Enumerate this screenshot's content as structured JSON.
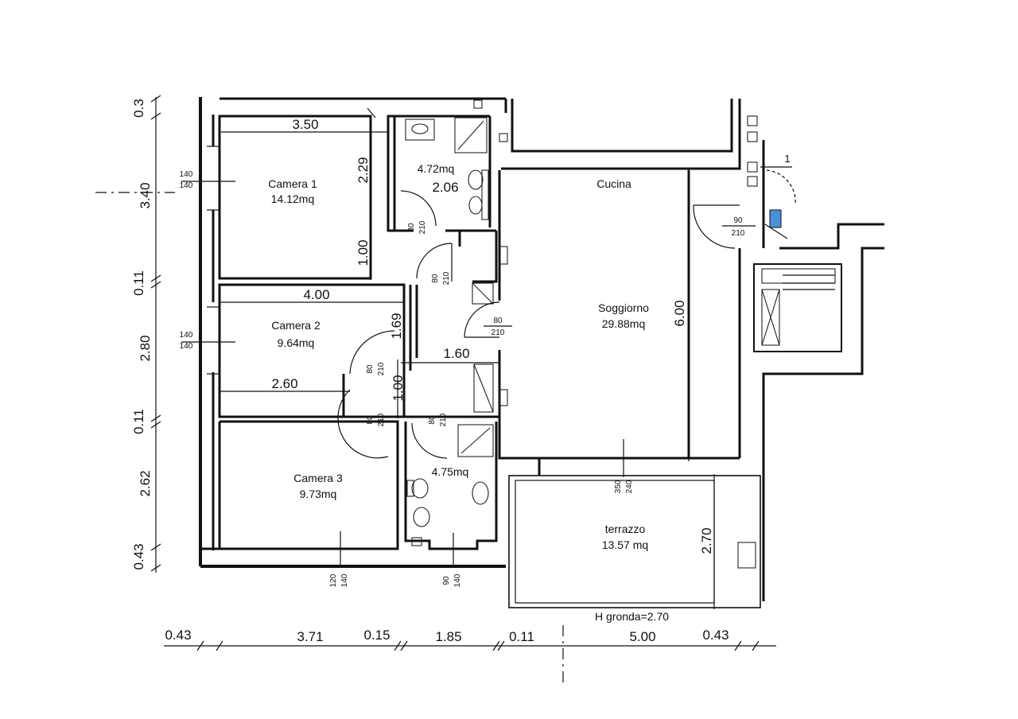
{
  "rooms": {
    "camera1": {
      "name": "Camera 1",
      "area": "14.12mq"
    },
    "camera2": {
      "name": "Camera 2",
      "area": "9.64mq"
    },
    "camera3": {
      "name": "Camera 3",
      "area": "9.73mq"
    },
    "bagno1": {
      "area": "4.72mq"
    },
    "bagno2": {
      "area": "4.75mq"
    },
    "cucina": {
      "name": "Cucina"
    },
    "soggiorno": {
      "name": "Soggiorno",
      "area": "29.88mq"
    },
    "terrazzo": {
      "name": "terrazzo",
      "area": "13.57 mq"
    }
  },
  "dimensions": {
    "c1_width": "3.50",
    "c1_height": "2.29",
    "bagno1_width": "2.06",
    "corr_1_00_top": "1.00",
    "c2_width": "4.00",
    "c2_h": "1.69",
    "c2_inner": "2.60",
    "hall": "1.60",
    "corr_1_00_bot": "1.00",
    "soggiorno_h": "6.00",
    "terrazzo_h": "2.70",
    "gronda": "H  gronda=2.70",
    "corner": "1"
  },
  "left_dims": [
    "0.3",
    "3.40",
    "0.11",
    "2.80",
    "0.11",
    "2.62",
    "0.43"
  ],
  "bottom_dims": [
    "0.43",
    "3.71",
    "0.15",
    "1.85",
    "0.11",
    "5.00",
    "0.43"
  ],
  "openings": {
    "win_c1": {
      "w": "140",
      "h": "140"
    },
    "win_c2": {
      "w": "140",
      "h": "140"
    },
    "door_bagno1": {
      "w": "80",
      "h": "210"
    },
    "door_c1": {
      "w": "80",
      "h": "210"
    },
    "door_sogg": {
      "w": "80",
      "h": "210"
    },
    "door_entry": {
      "w": "90",
      "h": "210"
    },
    "door_c2": {
      "w": "80",
      "h": "210"
    },
    "door_c3": {
      "w": "80",
      "h": "210"
    },
    "door_bagno2": {
      "w": "80",
      "h": "210"
    },
    "win_c3": {
      "w": "120",
      "h": "140"
    },
    "win_bagno2": {
      "w": "90",
      "h": "140"
    },
    "porta_finestra": {
      "w": "350",
      "h": "240"
    }
  },
  "colors": {
    "ink": "#111111",
    "accent": "#4a90d9"
  }
}
